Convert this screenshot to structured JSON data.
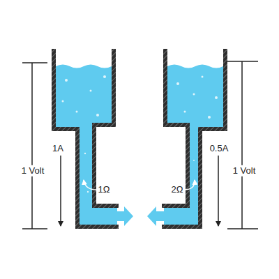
{
  "diagram": {
    "labels": [
      "1 Volt",
      "1A",
      "1Ω",
      "2Ω",
      "0.5A",
      "1 Volt"
    ]
  }
}
